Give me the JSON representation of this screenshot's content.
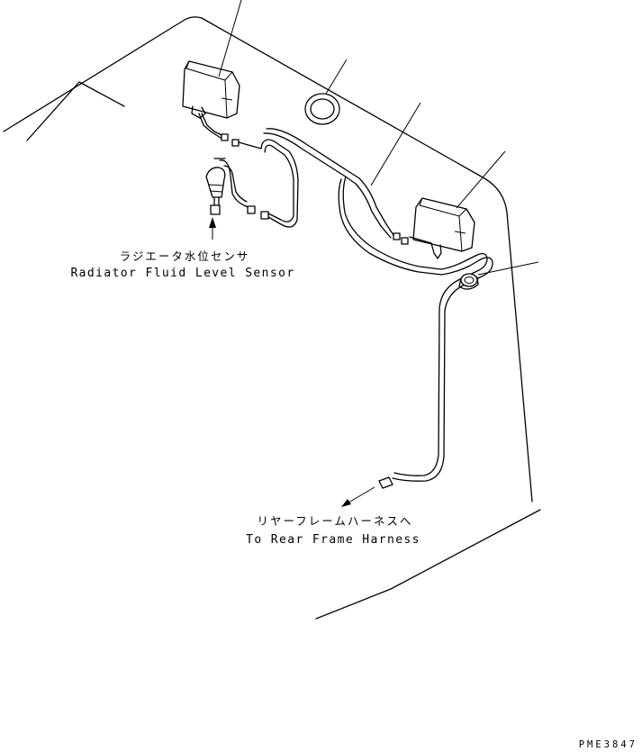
{
  "labels": {
    "sensor_jp": "ラジエータ水位センサ",
    "sensor_en": "Radiator Fluid Level Sensor",
    "harness_jp": "リヤーフレームハーネスへ",
    "harness_en": "To Rear Frame Harness",
    "drawing_code": "PME3847"
  }
}
